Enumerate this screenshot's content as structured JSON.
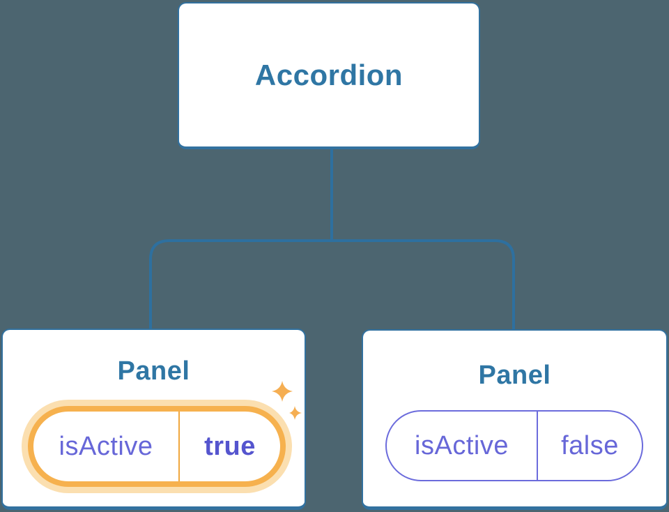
{
  "diagram": {
    "root": {
      "label": "Accordion"
    },
    "panels": [
      {
        "title": "Panel",
        "state": {
          "key": "isActive",
          "value": "true"
        },
        "highlighted": true
      },
      {
        "title": "Panel",
        "state": {
          "key": "isActive",
          "value": "false"
        },
        "highlighted": false
      }
    ]
  },
  "icons": {
    "sparkles": "sparkle-icon"
  },
  "colors": {
    "background": "#4C6570",
    "card_fill": "#FFFFFF",
    "card_border": "#32719F",
    "connector": "#2E709F",
    "title_blue": "#2F76A4",
    "state_purple": "#6767D8",
    "state_purple_bold": "#5555CE",
    "highlight_orange": "#F6B14E",
    "highlight_glow": "#FBDFB0",
    "highlight_divider": "#F0A73E",
    "sparkle_orange": "#F5AE52",
    "pill_border_purple": "#6B6BDC"
  }
}
